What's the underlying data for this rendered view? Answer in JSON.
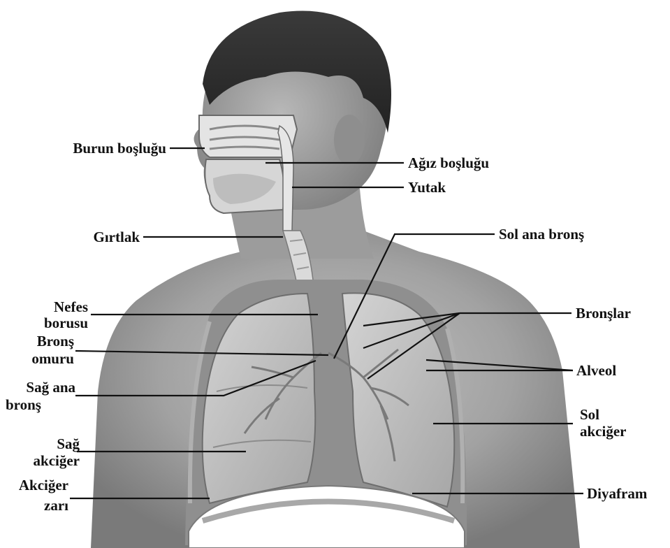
{
  "labels": {
    "burun_boslugu": "Burun boşluğu",
    "agiz_boslugu": "Ağız boşluğu",
    "yutak": "Yutak",
    "girtlak": "Gırtlak",
    "sol_ana_brons": "Sol ana bronş",
    "nefes_borusu_1": "Nefes",
    "nefes_borusu_2": "borusu",
    "bronslar": "Bronşlar",
    "brons_omuru_1": "Bronş",
    "brons_omuru_2": "omuru",
    "alveol": "Alveol",
    "sag_ana_brons_1": "Sağ ana",
    "sag_ana_brons_2": "bronş",
    "sol_akciger_1": "Sol",
    "sol_akciger_2": "akciğer",
    "sag_akciger_1": "Sağ",
    "sag_akciger_2": "akciğer",
    "akciger_zari_1": "Akciğer",
    "akciger_zari_2": "zarı",
    "diyafram": "Diyafram"
  },
  "colors": {
    "skin_dark": "#6e6e6e",
    "skin_mid": "#9a9a9a",
    "skin_light": "#c8c8c8",
    "hair": "#2e2e2e",
    "lung": "#b4b4b4",
    "leader_line": "#111111"
  }
}
